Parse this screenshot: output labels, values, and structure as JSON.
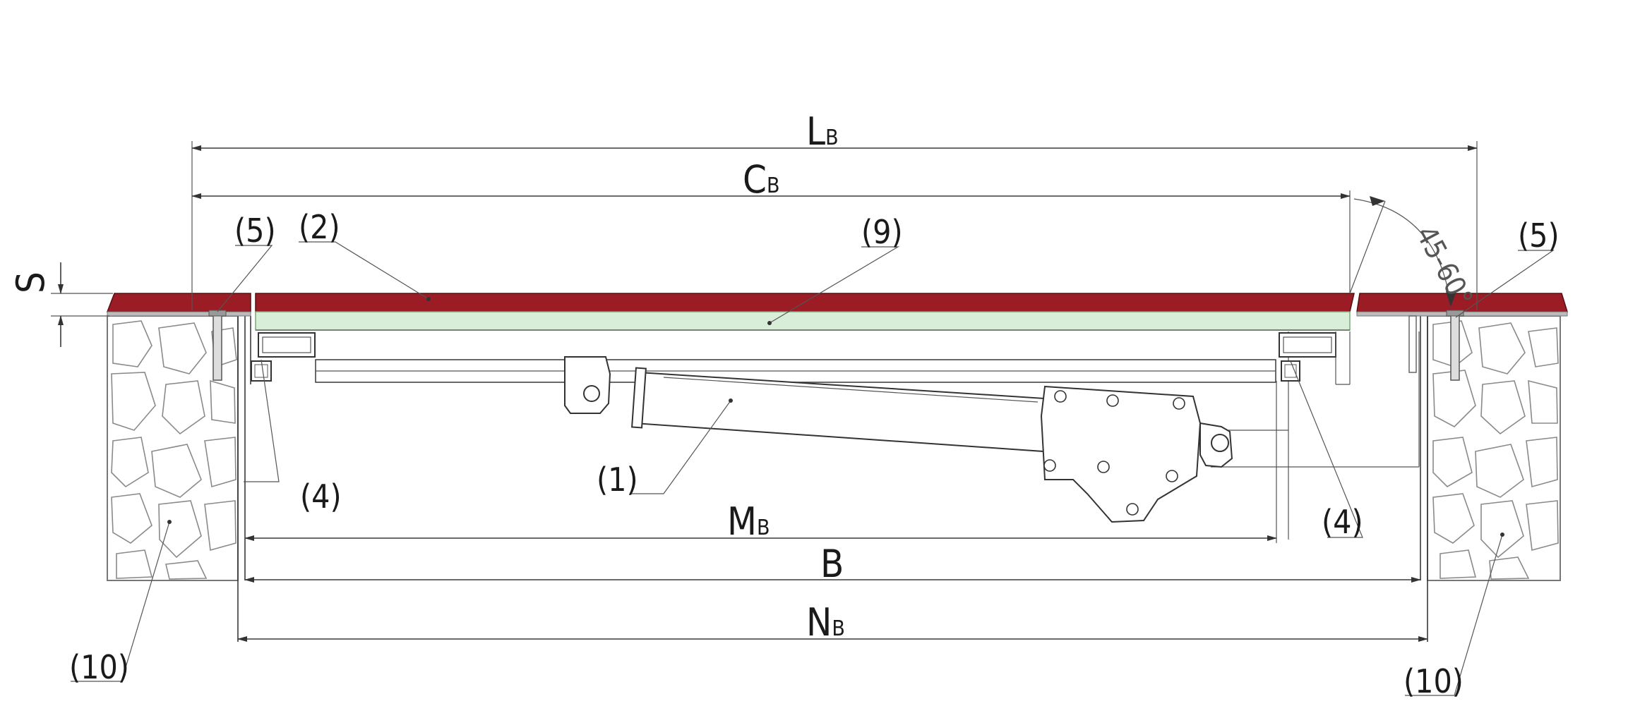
{
  "colors": {
    "lid": "#9b1c24",
    "fill_layer": "#d9eed8",
    "line": "#333333",
    "stone": "#8a8a8a"
  },
  "dimensions": {
    "lb": {
      "main": "L",
      "sub": "B"
    },
    "cb": {
      "main": "C",
      "sub": "B"
    },
    "mb": {
      "main": "M",
      "sub": "B"
    },
    "b": {
      "main": "B"
    },
    "nb": {
      "main": "N",
      "sub": "B"
    },
    "s": {
      "main": "S"
    }
  },
  "angle_label": "45-60°",
  "callouts": {
    "c1": "(1)",
    "c2": "(2)",
    "c4_left": "(4)",
    "c4_right": "(4)",
    "c5_left": "(5)",
    "c5_right": "(5)",
    "c9": "(9)",
    "c10_left": "(10)",
    "c10_right": "(10)"
  }
}
